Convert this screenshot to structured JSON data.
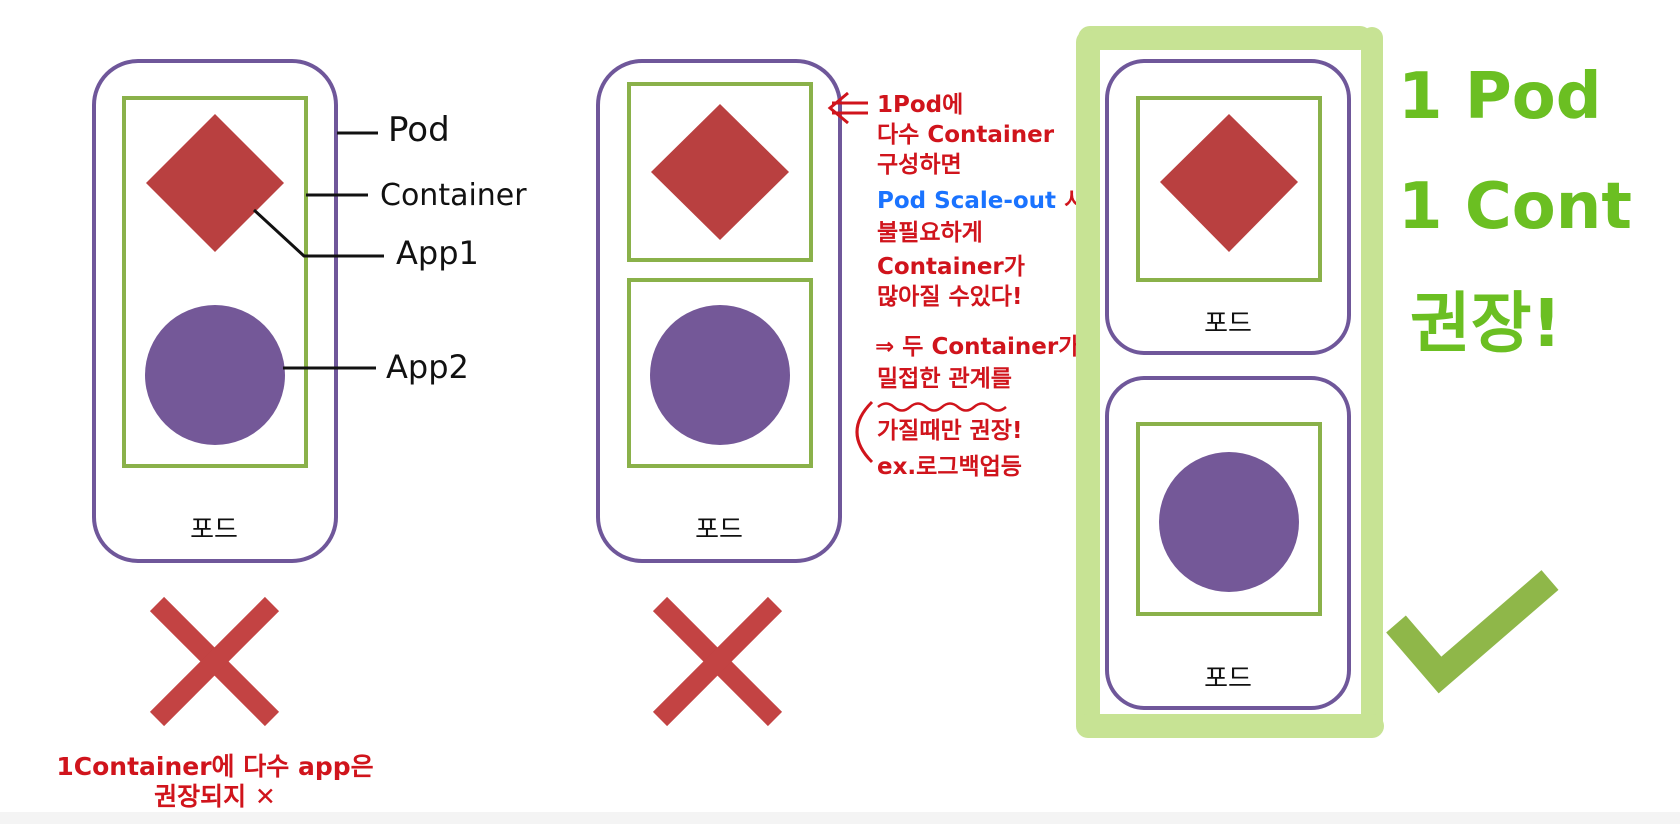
{
  "colors": {
    "pod_border": "#6f579a",
    "container_border": "#8ab14a",
    "app1_fill": "#b94040",
    "app2_fill": "#745898",
    "cross": "#c34343",
    "check": "#8fb749",
    "highlight": "#c7e394",
    "red_text": "#d0141c",
    "blue_text": "#1a73ff",
    "green_text": "#6bbf22",
    "ink": "#111111"
  },
  "icons": {
    "app1": "red-diamond-icon",
    "app2": "purple-circle-icon",
    "wrong": "red-x-icon",
    "right": "green-check-icon",
    "note_arrow": "double-arrow-left-icon"
  },
  "labels": {
    "pod": "Pod",
    "container": "Container",
    "app1": "App1",
    "app2": "App2",
    "pod_caption": "포드"
  },
  "left_note": {
    "line1": "1Container에 다수 app은",
    "line2": "권장되지 ✕"
  },
  "middle_note": {
    "line1": "1Pod에",
    "line2": "다수 Container",
    "line3": "구성하면",
    "line4_blue": "Pod Scale-out",
    "line4_red": " 시",
    "line5": "불필요하게",
    "line6": "Container가",
    "line7": "많아질 수있다!",
    "line8": "⇒ 두 Container가",
    "line9": "밀접한 관계를",
    "line10": "가질때만 권장!",
    "line11": "ex.로그백업등"
  },
  "right_note": {
    "line1": "1 Pod",
    "line2": "1 Cont",
    "line3": "권장!"
  }
}
